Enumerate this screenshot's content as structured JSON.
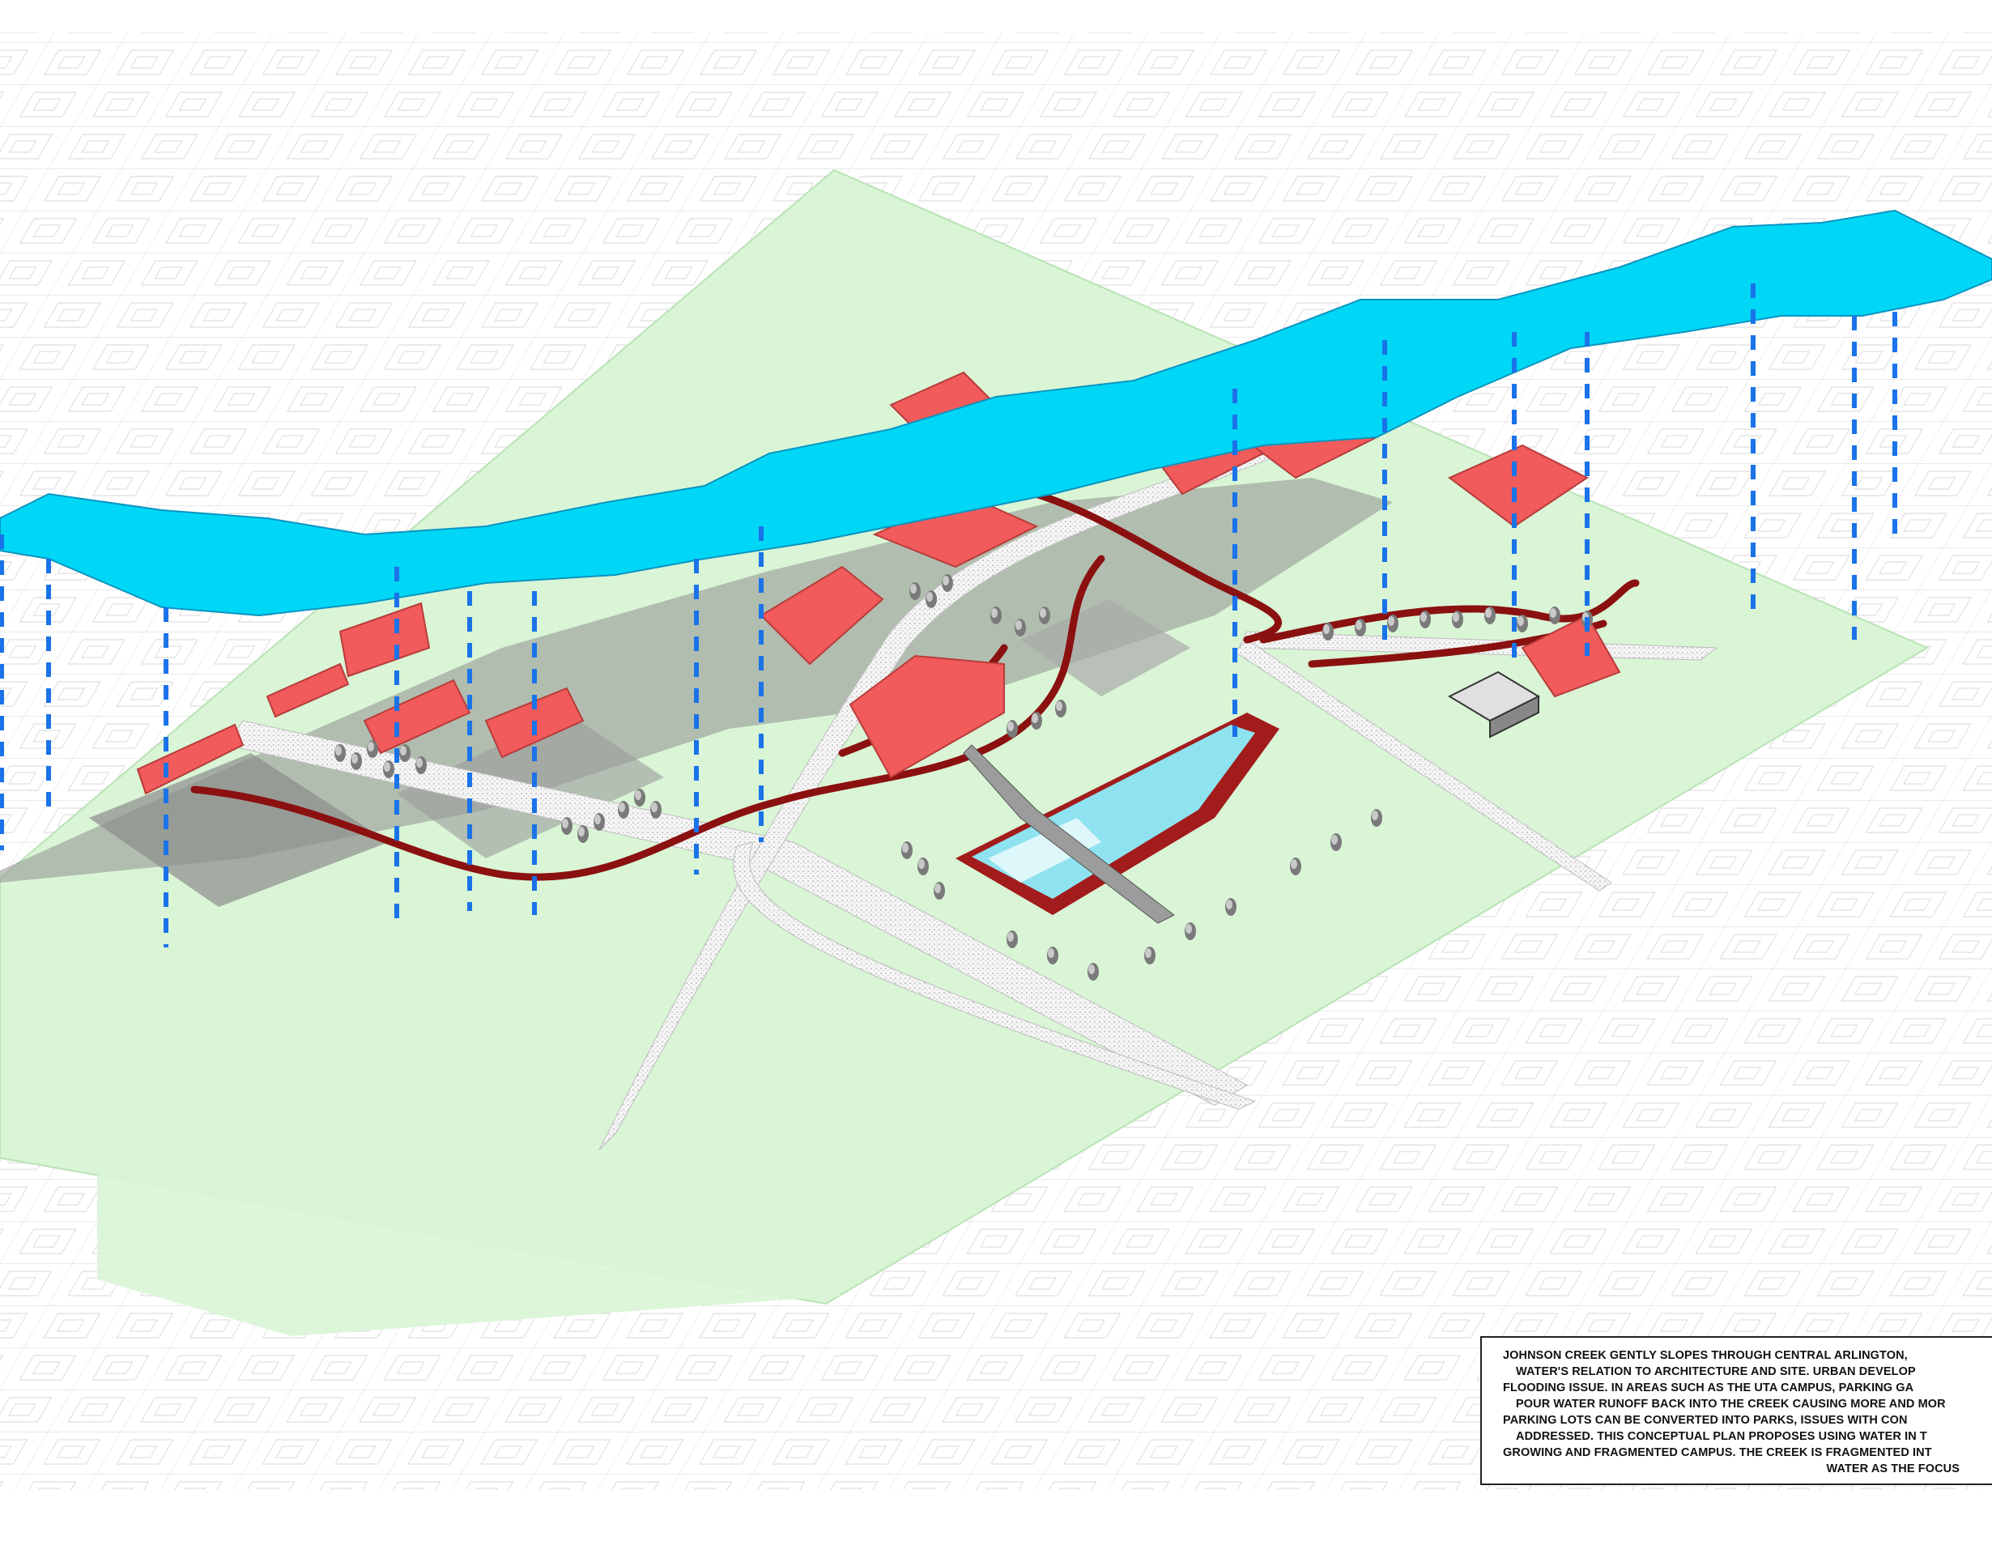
{
  "colors": {
    "site_green": "#d9f5d6",
    "creek_cyan": "#00d7f7",
    "building_red": "#f15b5b",
    "path_dark_red": "#8b1010",
    "drop_line_blue": "#1a73e8",
    "shadow_gray": "#8f8f8f",
    "road_white": "#f4f4f4"
  },
  "icons": {
    "trees": "tree-cluster",
    "drop_lines": "dashed-vertical-line",
    "aquatic_center": "pool-building"
  },
  "caption": {
    "lines": [
      "JOHNSON CREEK GENTLY SLOPES THROUGH CENTRAL ARLINGTON,",
      "WATER'S RELATION TO ARCHITECTURE AND SITE. URBAN DEVELOP",
      "FLOODING ISSUE. IN AREAS SUCH AS THE UTA CAMPUS, PARKING GA",
      "POUR WATER RUNOFF BACK INTO THE CREEK CAUSING MORE AND MOR",
      "PARKING LOTS CAN BE CONVERTED INTO PARKS, ISSUES WITH CON",
      "ADDRESSED. THIS CONCEPTUAL PLAN PROPOSES USING WATER IN T",
      "GROWING AND FRAGMENTED CAMPUS. THE CREEK IS FRAGMENTED INT",
      "WATER AS THE FOCUS"
    ]
  }
}
